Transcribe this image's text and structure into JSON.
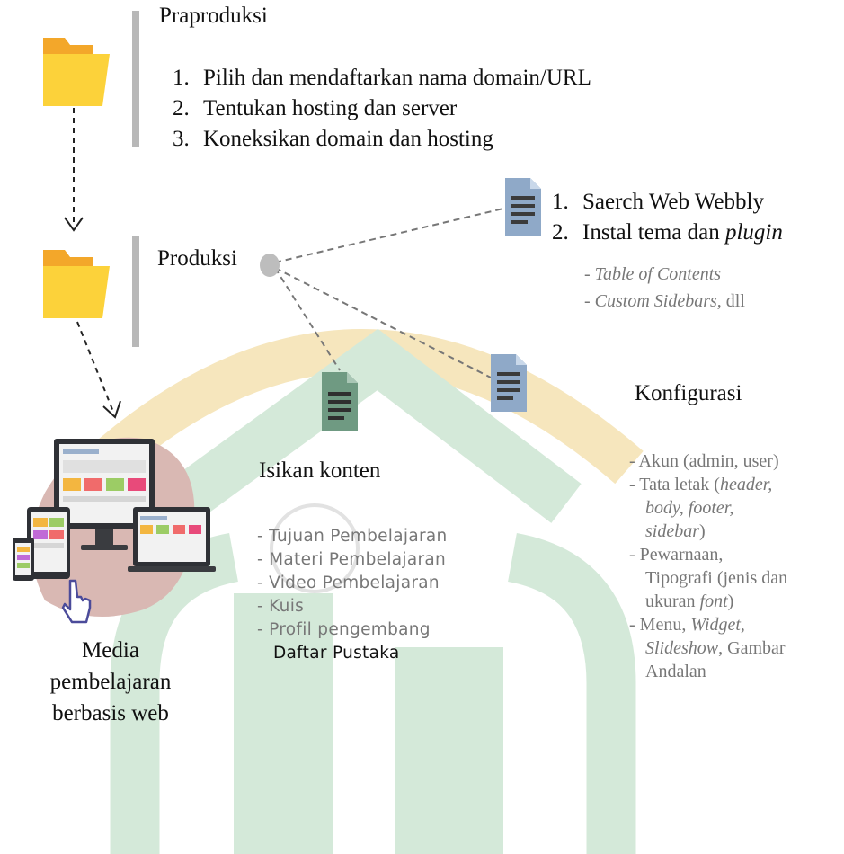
{
  "praproduksi": {
    "title": "Praproduksi",
    "steps": [
      {
        "num": "1.",
        "text": "Pilih dan mendaftarkan nama domain/URL"
      },
      {
        "num": "2.",
        "text": "Tentukan hosting dan server"
      },
      {
        "num": "3.",
        "text": "Koneksikan domain dan hosting"
      }
    ]
  },
  "produksi": {
    "title": "Produksi"
  },
  "webbly": {
    "steps": [
      {
        "num": "1.",
        "text": "Saerch Web Webbly"
      },
      {
        "num": "2.",
        "text": "Instal tema dan ",
        "italic": "plugin"
      }
    ],
    "plugins": [
      {
        "dash": "- ",
        "italic": "Table of Contents",
        "rest": ""
      },
      {
        "dash": "- ",
        "italic": "Custom Sidebars,",
        "rest": " dll"
      }
    ]
  },
  "konfigurasi": {
    "title": "Konfigurasi",
    "items": {
      "akun": "- Akun (admin, user)",
      "tata_prefix": "- Tata letak (",
      "tata_italic_1": "header,",
      "tata_italic_2": "body, footer,",
      "tata_italic_3": "sidebar",
      "tata_close": ")",
      "pewarnaan": "- Pewarnaan,",
      "tipografi": "Tipografi (jenis dan",
      "ukuran": "ukuran ",
      "font_italic": "font",
      "ukuran_close": ")",
      "menu_prefix": "- Menu, ",
      "widget_italic": "Widget",
      "comma": ",",
      "slideshow_italic": "Slideshow",
      "gambar": ", Gambar",
      "andalan": "Andalan"
    }
  },
  "konten": {
    "title": "Isikan konten",
    "items": [
      "- Tujuan Pembelajaran",
      "- Materi Pembelajaran",
      "- Video Pembelajaran",
      "- Kuis",
      "- Profil pengembang"
    ],
    "last": "Daftar Pustaka"
  },
  "media": {
    "lines": [
      "Media",
      "pembelajaran",
      "berbasis web"
    ]
  },
  "icons": {
    "folder": "folder-icon",
    "document": "document-icon",
    "devices": "responsive-devices-icon",
    "cursor": "hand-cursor-icon",
    "node": "node-circle"
  },
  "colors": {
    "folder_front": "#fcd23a",
    "folder_back": "#f3a72a",
    "doc_blue": "#8fa9c8",
    "doc_green": "#6f9a82",
    "watermark_green": "#d4e9d9",
    "watermark_gold": "#f6e6bd",
    "bar_gray": "#b8b8b8",
    "connector_gray": "#777777"
  }
}
